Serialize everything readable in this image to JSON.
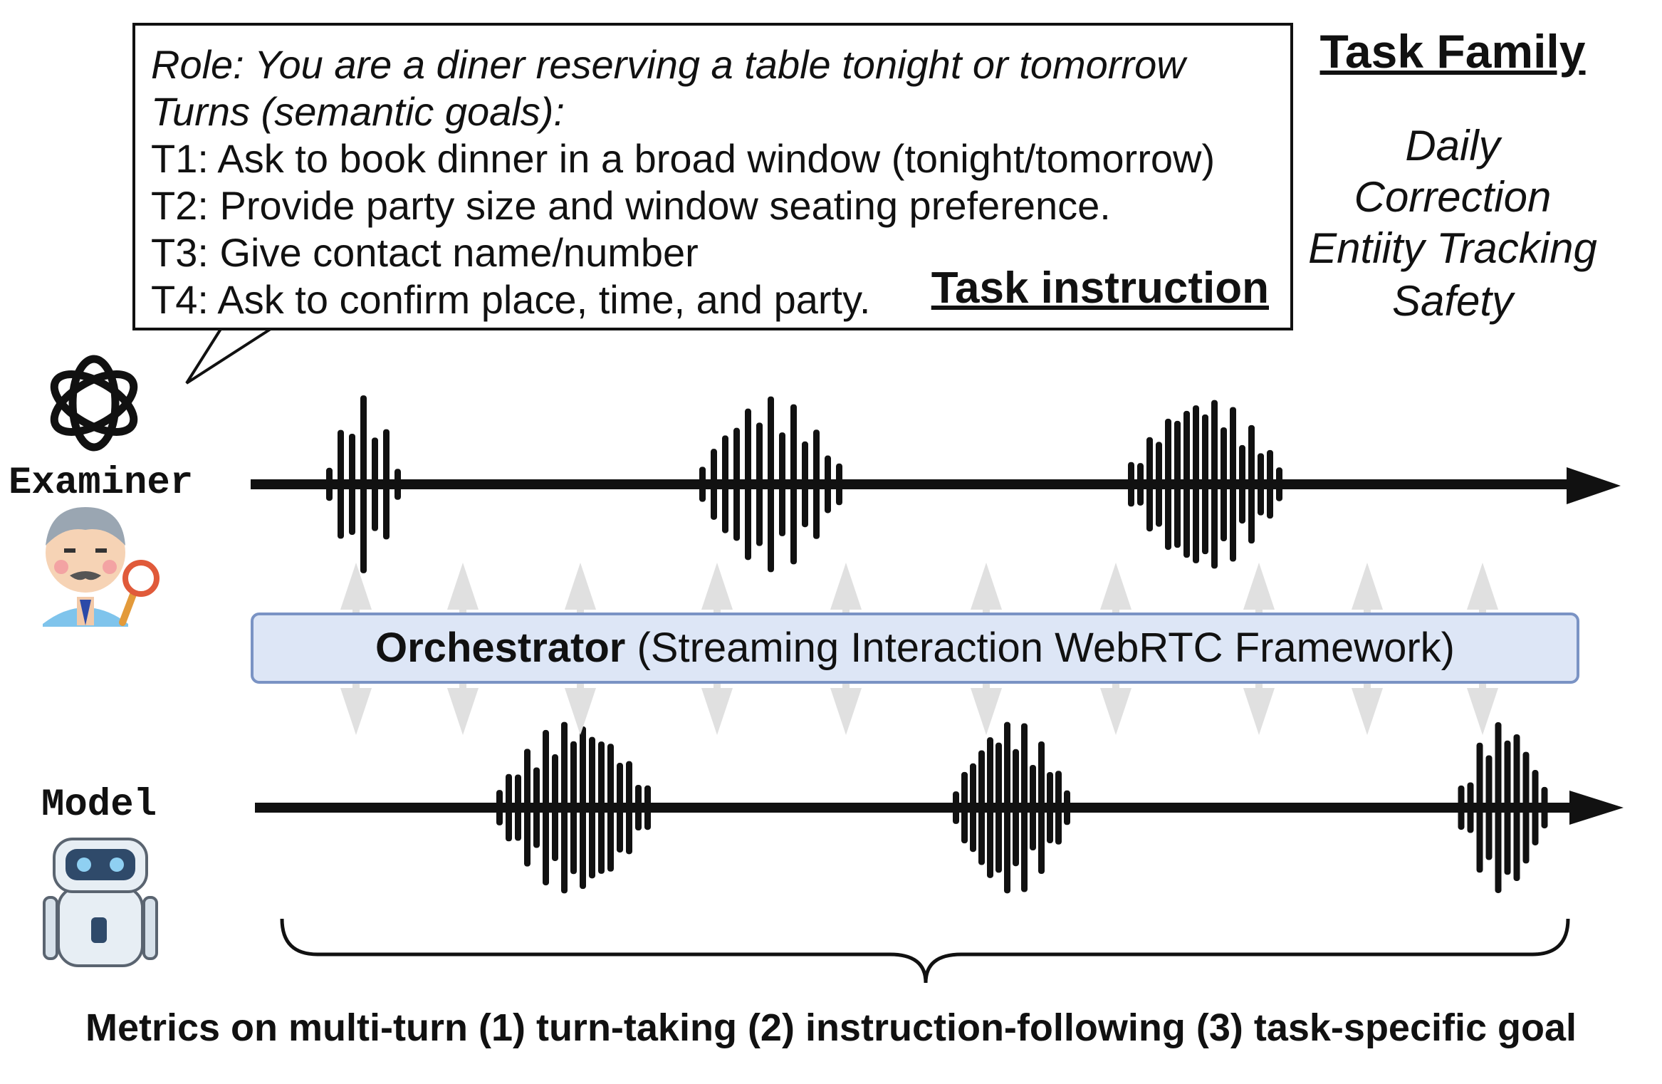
{
  "task_instruction": {
    "lines": [
      "Role: You are a diner reserving a table tonight or tomorrow",
      "Turns (semantic goals):",
      "T1: Ask to book dinner in a broad window (tonight/tomorrow)",
      "T2: Provide party size and window seating preference.",
      "T3: Give contact name/number",
      "T4: Ask to confirm place, time, and party."
    ],
    "heading": "Task instruction"
  },
  "task_family": {
    "title": "Task Family",
    "items": [
      "Daily",
      "Correction",
      "Entiity Tracking",
      "Safety"
    ]
  },
  "actors": {
    "examiner": "Examiner",
    "model": "Model",
    "examiner_logo_icon": "openai-knot-icon",
    "examiner_avatar_icon": "detective-with-magnifier-icon",
    "model_avatar_icon": "robot-icon"
  },
  "orchestrator": {
    "name": "Orchestrator",
    "description": "(Streaming Interaction WebRTC Framework)"
  },
  "metrics": "Metrics on multi-turn (1) turn-taking (2) instruction-following (3) task-specific goal",
  "colors": {
    "orchestrator_fill": "#dde6f6",
    "orchestrator_border": "#7a93c4",
    "arrow_gray": "#e0e0e0",
    "ink": "#111111"
  }
}
